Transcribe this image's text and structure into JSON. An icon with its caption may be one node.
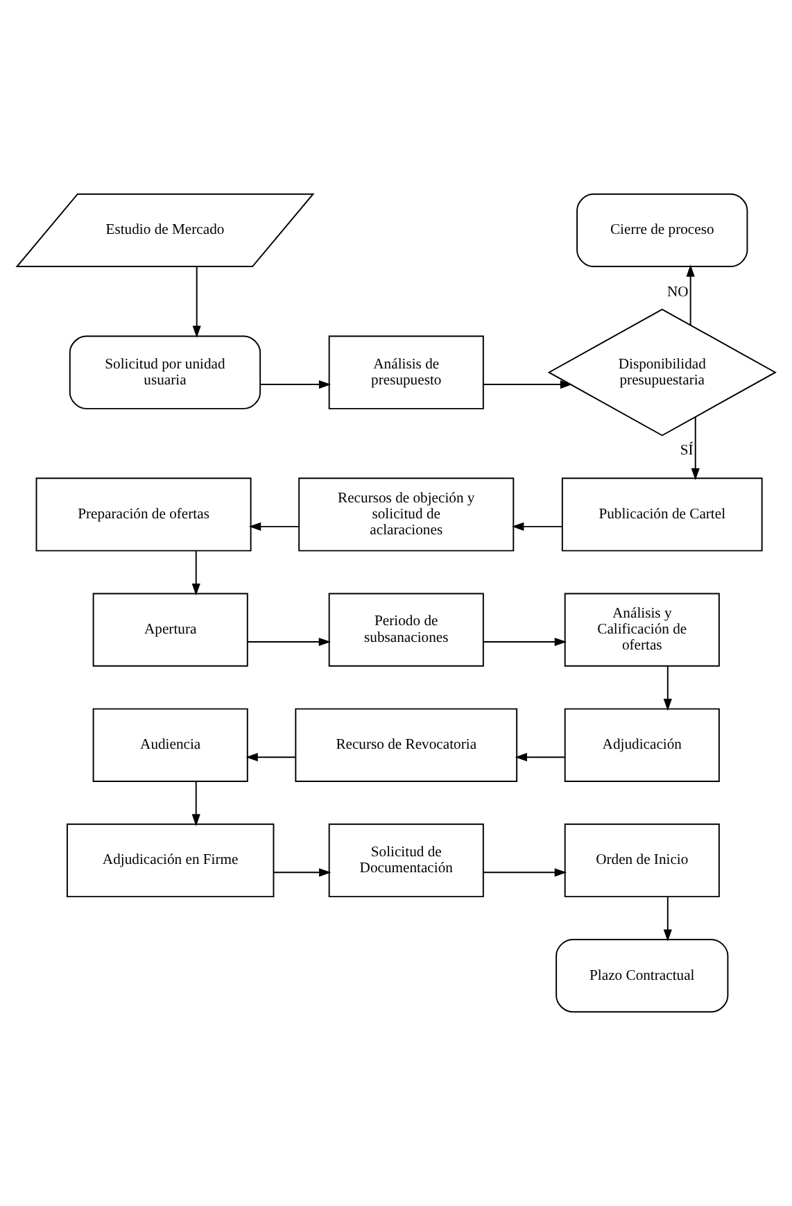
{
  "diagram": {
    "nodes": [
      {
        "text": [
          "Estudio de Mercado"
        ]
      },
      {
        "text": [
          "Cierre de proceso"
        ]
      },
      {
        "text": [
          "Solicitud por unidad usuaria"
        ]
      },
      {
        "text": [
          "Análisis de presupuesto"
        ]
      },
      {
        "text": [
          "Disponibilidad presupuestaria"
        ]
      },
      {
        "text": [
          "Preparación de ofertas"
        ]
      },
      {
        "text": [
          "Recursos de objeción y solicitud de aclaraciones"
        ]
      },
      {
        "text": [
          "Publicación de Cartel"
        ]
      },
      {
        "text": [
          "Apertura"
        ]
      },
      {
        "text": [
          "Periodo de subsanaciones"
        ]
      },
      {
        "text": [
          "Análisis y Calificación de ofertas"
        ]
      },
      {
        "text": [
          "Audiencia"
        ]
      },
      {
        "text": [
          "Recurso de Revocatoria"
        ]
      },
      {
        "text": [
          "Adjudicación"
        ]
      },
      {
        "text": [
          "Adjudicación en Firme"
        ]
      },
      {
        "text": [
          "Solicitud de Documentación"
        ]
      },
      {
        "text": [
          "Orden de Inicio"
        ]
      },
      {
        "text": [
          "Plazo Contractual"
        ]
      }
    ],
    "edges": [
      {
        "from": 0,
        "to": 2,
        "arrow": "to"
      },
      {
        "from": 2,
        "to": 3,
        "arrow": "to"
      },
      {
        "from": 3,
        "to": 4,
        "arrow": "to"
      },
      {
        "from": 4,
        "to": 1,
        "arrow": "to",
        "label": "NO"
      },
      {
        "from": 4,
        "to": 7,
        "arrow": "to",
        "label": "SÍ"
      },
      {
        "from": 7,
        "to": 6,
        "arrow": "to"
      },
      {
        "from": 6,
        "to": 5,
        "arrow": "to"
      },
      {
        "from": 5,
        "to": 8,
        "arrow": "to"
      },
      {
        "from": 8,
        "to": 9,
        "arrow": "to"
      },
      {
        "from": 9,
        "to": 10,
        "arrow": "to"
      },
      {
        "from": 10,
        "to": 13,
        "arrow": "to"
      },
      {
        "from": 13,
        "to": 12,
        "arrow": "to"
      },
      {
        "from": 12,
        "to": 11,
        "arrow": "to"
      },
      {
        "from": 11,
        "to": 14,
        "arrow": "to"
      },
      {
        "from": 14,
        "to": 15,
        "arrow": "to"
      },
      {
        "from": 15,
        "to": 16,
        "arrow": "to"
      },
      {
        "from": 16,
        "to": 17,
        "arrow": "to"
      }
    ]
  }
}
